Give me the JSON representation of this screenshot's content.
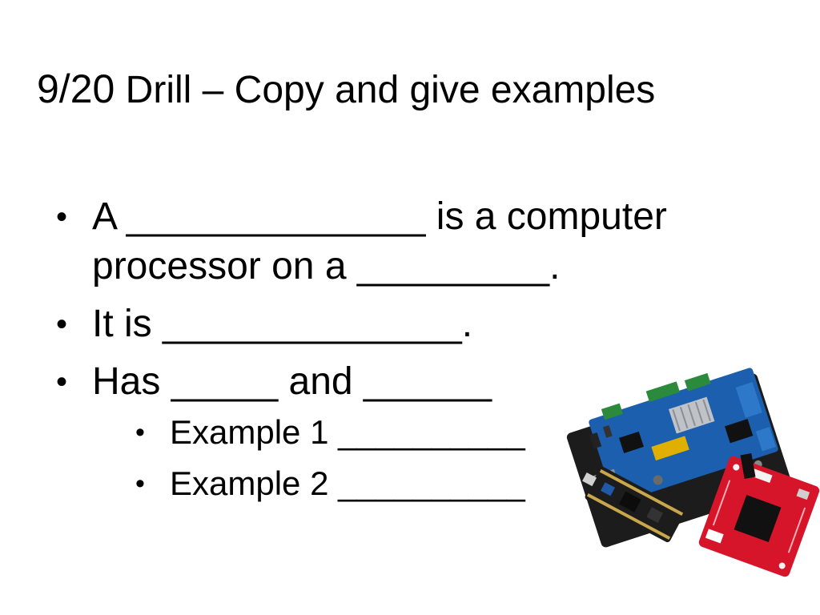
{
  "slide": {
    "title_date": "9/20",
    "title_rest": " Drill – Copy and give examples",
    "bullets": [
      {
        "line1": "A ______________ is a computer",
        "line2": "processor on a _________."
      },
      {
        "text": "It is ______________."
      },
      {
        "text": "Has _____ and ______"
      }
    ],
    "sub_bullets": [
      {
        "text": "Example 1 __________"
      },
      {
        "text": "Example 2 __________"
      }
    ],
    "image": {
      "icon": "microcontroller-boards-photo",
      "colors": {
        "board_blue": "#1b5fae",
        "board_dark": "#1c1c1c",
        "board_red": "#d7152a",
        "chip_black": "#111111",
        "connector_yellow": "#e0b000"
      }
    }
  }
}
